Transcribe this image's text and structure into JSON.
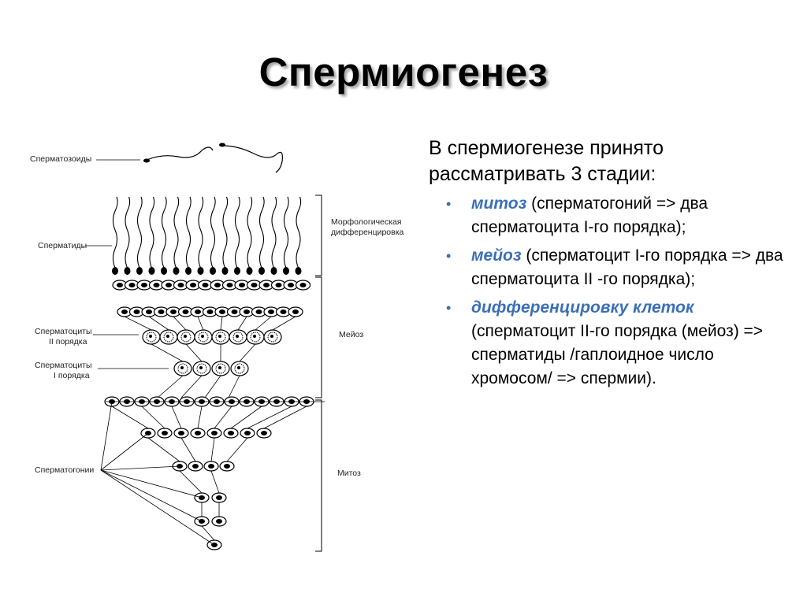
{
  "slide": {
    "title": "Спермиогенез",
    "intro": "В спермиогенезе принято рассматривать 3 стадии:",
    "bullets": [
      {
        "keyword": "митоз",
        "text": " (сперматогоний => два сперматоцита I-го порядка);"
      },
      {
        "keyword": "мейоз",
        "text": " (сперматоцит I-го порядка =>  два сперматоцита II -го порядка);"
      },
      {
        "keyword": "дифференцировку клеток",
        "text": " (сперматоцит II-го порядка (мейоз) => сперматиды /гаплоидное число хромосом/ => спермии)."
      }
    ],
    "accent_color": "#3b6fb5"
  },
  "diagram": {
    "left_labels": {
      "spermatozoa": "Сперматозоиды",
      "spermatids": "Сперматиды",
      "spermatocytes_2": [
        "Сперматоциты",
        "II порядка"
      ],
      "spermatocytes_1": [
        "Сперматоциты",
        "I порядка"
      ],
      "spermatogonia": "Сперматогонии"
    },
    "right_labels": {
      "morphological": [
        "Морфологическая",
        "дифференцировка"
      ],
      "meiosis": "Мейоз",
      "mitosis": "Митоз"
    }
  }
}
